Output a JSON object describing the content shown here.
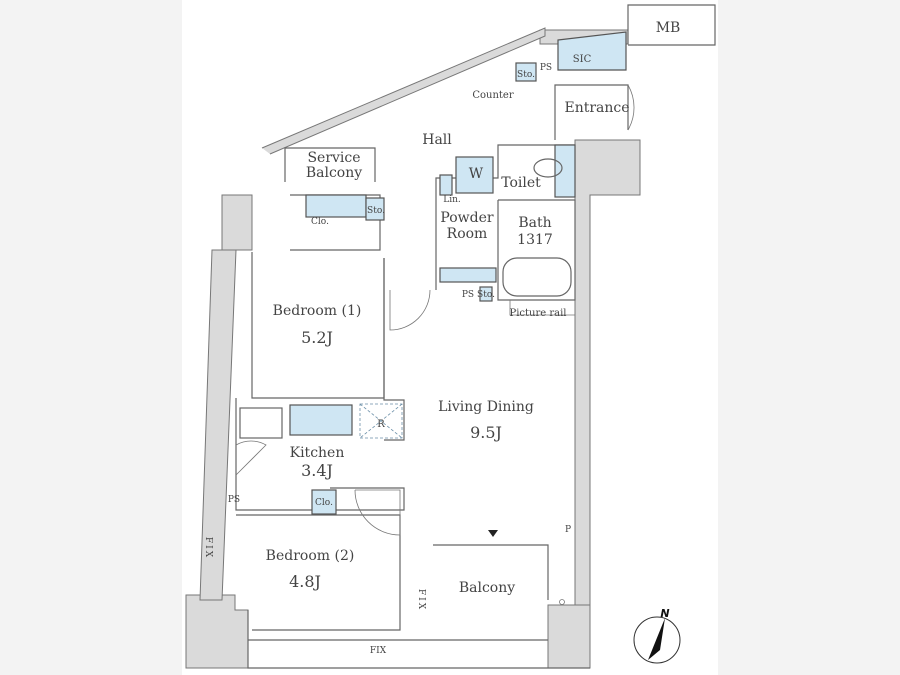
{
  "plan": {
    "rooms": {
      "mb": "MB",
      "sic": "SIC",
      "sto_entrance": "Sto.",
      "ps_entrance": "PS",
      "counter": "Counter",
      "entrance": "Entrance",
      "hall": "Hall",
      "service_balcony_1": "Service",
      "service_balcony_2": "Balcony",
      "w": "W",
      "toilet": "Toilet",
      "lin": "Lin.",
      "clo_1": "Clo.",
      "sto_bed1": "Sto.",
      "powder_1": "Powder",
      "powder_2": "Room",
      "bath": "Bath",
      "bath_size": "1317",
      "ps_bath": "PS",
      "sto_bath": "Sto.",
      "picture_rail": "Picture rail",
      "bedroom1": "Bedroom (1)",
      "bedroom1_area": "5.2J",
      "living": "Living Dining",
      "living_area": "9.5J",
      "fridge": "R",
      "kitchen": "Kitchen",
      "kitchen_area": "3.4J",
      "ps_kitchen": "PS",
      "clo_2": "Clo.",
      "bedroom2": "Bedroom (2)",
      "bedroom2_area": "4.8J",
      "balcony": "Balcony",
      "fix_left": "FIX",
      "fix_mid": "FIX",
      "fix_bottom": "FIX",
      "p": "P",
      "north": "N"
    },
    "colors": {
      "storage": "#cfe6f3",
      "wall": "#dadada"
    }
  }
}
